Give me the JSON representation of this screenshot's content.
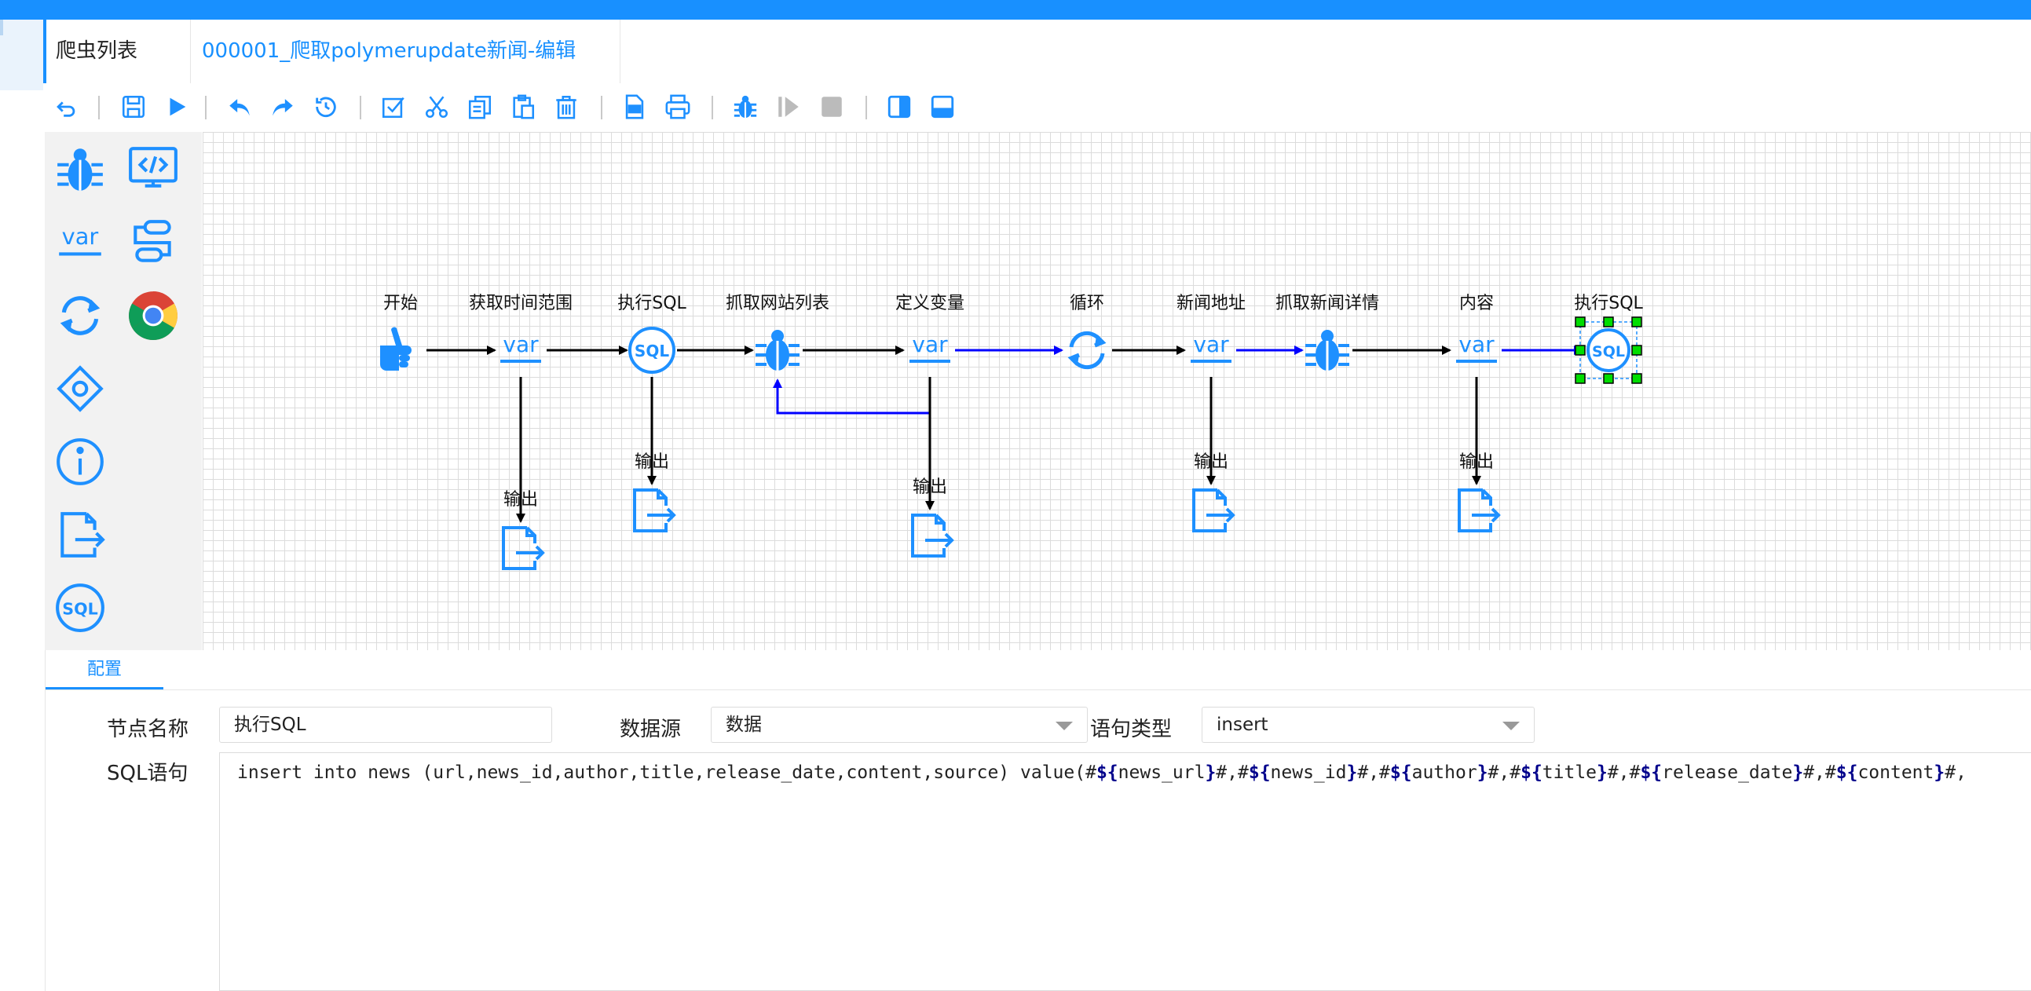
{
  "tabs": [
    {
      "label": "爬虫列表"
    },
    {
      "label": "000001_爬取polymerupdate新闻-编辑"
    }
  ],
  "toolbar": {
    "buttons": [
      "undo-close",
      "save",
      "run",
      "undo",
      "redo",
      "history",
      "select-all",
      "cut",
      "copy",
      "paste",
      "delete",
      "export-image",
      "print",
      "debug",
      "resume",
      "stop",
      "toggle-left-panel",
      "toggle-bottom-panel"
    ]
  },
  "palette": [
    "spider",
    "code-monitor",
    "var",
    "process",
    "loop",
    "chrome",
    "decision",
    "info",
    "output",
    "sql"
  ],
  "flow": {
    "nodes": [
      {
        "id": "start",
        "label": "开始",
        "icon": "hand-pointer-icon"
      },
      {
        "id": "n1",
        "label": "获取时间范围",
        "icon": "var-icon"
      },
      {
        "id": "n2",
        "label": "执行SQL",
        "icon": "sql-icon"
      },
      {
        "id": "n3",
        "label": "抓取网站列表",
        "icon": "spider-icon"
      },
      {
        "id": "n4",
        "label": "定义变量",
        "icon": "var-icon"
      },
      {
        "id": "n5",
        "label": "循环",
        "icon": "loop-icon"
      },
      {
        "id": "n6",
        "label": "新闻地址",
        "icon": "var-icon"
      },
      {
        "id": "n7",
        "label": "抓取新闻详情",
        "icon": "spider-icon"
      },
      {
        "id": "n8",
        "label": "内容",
        "icon": "var-icon"
      },
      {
        "id": "n9",
        "label": "执行SQL",
        "icon": "sql-icon"
      }
    ],
    "outputs": [
      {
        "label": "输出",
        "from": "n1"
      },
      {
        "label": "输出",
        "from": "n2"
      },
      {
        "label": "输出",
        "from": "n4"
      },
      {
        "label": "输出",
        "from": "n6"
      },
      {
        "label": "输出",
        "from": "n8"
      }
    ],
    "colors": {
      "icon": "#1e90ff",
      "edge": "#000000",
      "loop_edge": "#0000ff",
      "handle": "#00cc00"
    }
  },
  "panel": {
    "tab": "配置",
    "node_name_label": "节点名称",
    "node_name_value": "执行SQL",
    "datasource_label": "数据源",
    "datasource_value": "数据",
    "stmt_type_label": "语句类型",
    "stmt_type_value": "insert",
    "sql_label": "SQL语句",
    "sql": {
      "prefix": "insert into news (url,news_id,author,title,release_date,content,source) value(",
      "vars": [
        "news_url",
        "news_id",
        "author",
        "title",
        "release_date",
        "content"
      ]
    }
  }
}
